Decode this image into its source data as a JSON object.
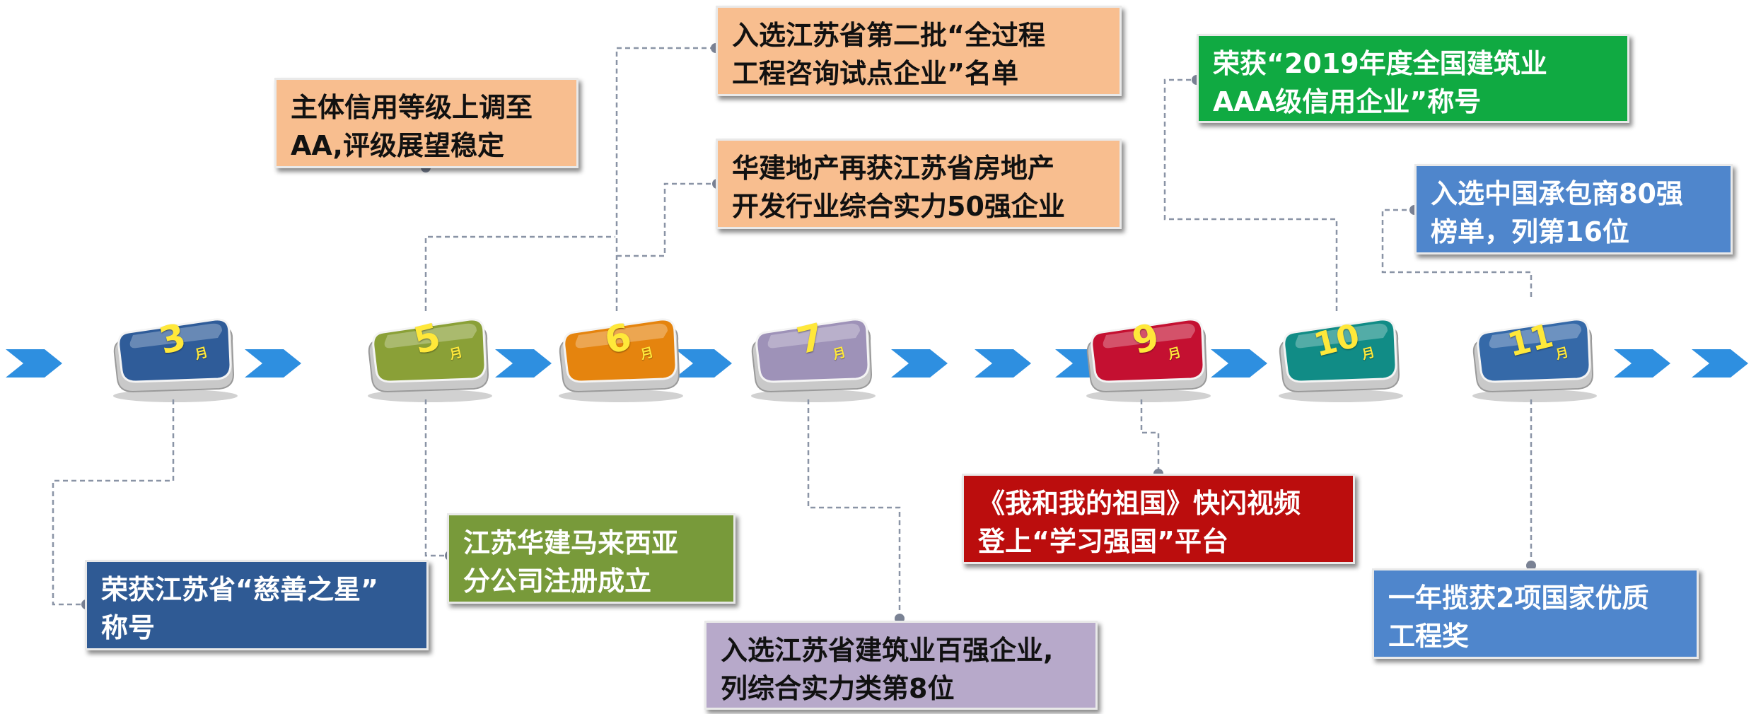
{
  "months": [
    {
      "num": "3",
      "unit": "月",
      "color": "#2f5c99"
    },
    {
      "num": "5",
      "unit": "月",
      "color": "#8aa037"
    },
    {
      "num": "6",
      "unit": "月",
      "color": "#e5840e"
    },
    {
      "num": "7",
      "unit": "月",
      "color": "#9e92b8"
    },
    {
      "num": "9",
      "unit": "月",
      "color": "#c41031"
    },
    {
      "num": "10",
      "unit": "月",
      "color": "#118c86"
    },
    {
      "num": "11",
      "unit": "月",
      "color": "#3569a8"
    }
  ],
  "events": {
    "mar_charity_star": {
      "line1": "荣获江苏省“慈善之星”",
      "line2": "称号"
    },
    "may_credit_rating": {
      "line1": "主体信用等级上调至",
      "line2": "AA,评级展望稳定"
    },
    "may_malaysia_branch": {
      "line1": "江苏华建马来西亚",
      "line2": "分公司注册成立"
    },
    "jun_consulting_pilot": {
      "line1": "入选江苏省第二批“全过程",
      "line2": "工程咨询试点企业”名单"
    },
    "jun_real_estate_top50": {
      "line1": "华建地产再获江苏省房地产",
      "line2": "开发行业综合实力50强企业"
    },
    "jul_construction_top100": {
      "line1": "入选江苏省建筑业百强企业,",
      "line2": "列综合实力类第8位"
    },
    "sep_video": {
      "line1": "《我和我的祖国》快闪视频",
      "line2": "登上“学习强国”平台"
    },
    "oct_aaa_credit": {
      "line1": "荣获“2019年度全国建筑业",
      "line2": "AAA级信用企业”称号"
    },
    "nov_contractor_80": {
      "line1": "入选中国承包商80强",
      "line2": "榜单，列第16位"
    },
    "nov_quality_award": {
      "line1": "一年揽获2项国家优质",
      "line2": "工程奖"
    }
  }
}
